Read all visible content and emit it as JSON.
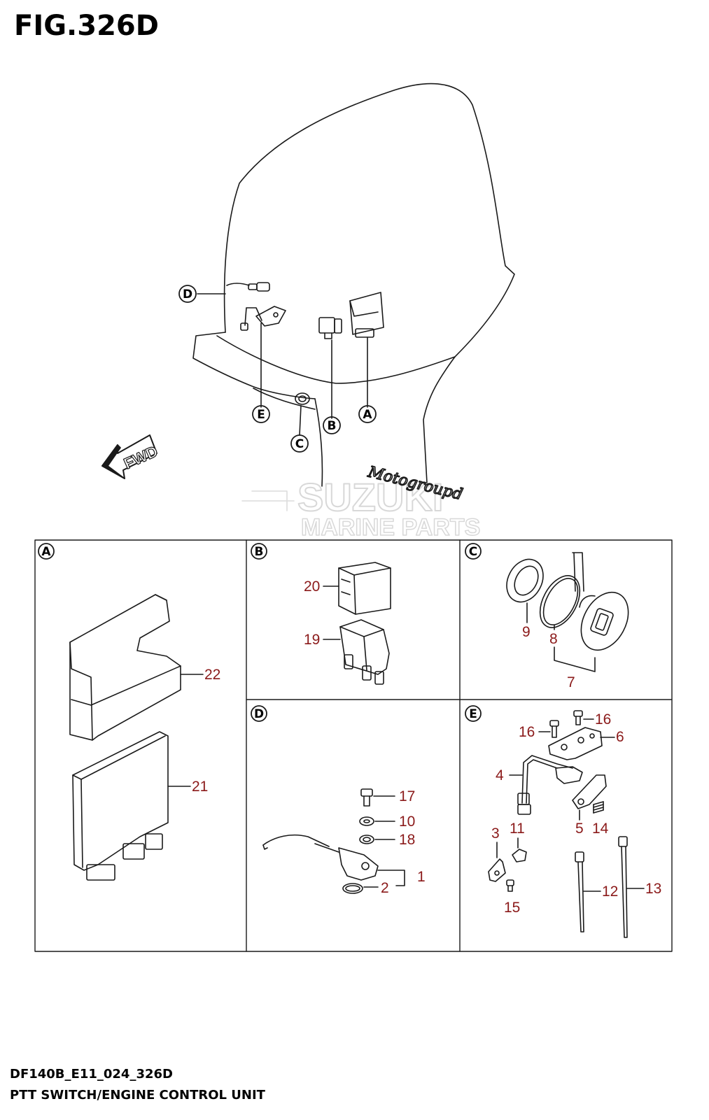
{
  "figure": {
    "title": "FIG.326D",
    "model_code": "DF140B_E11_024_326D",
    "name": "PTT SWITCH/ENGINE CONTROL UNIT"
  },
  "watermark": {
    "brand": "SUZUKI",
    "sub": "MARINE PARTS",
    "signature": "Motogroupd"
  },
  "overview": {
    "direction_label": "FWD",
    "callouts": [
      "A",
      "B",
      "C",
      "D",
      "E"
    ]
  },
  "panels": [
    {
      "id": "A",
      "parts": [
        "22",
        "21"
      ]
    },
    {
      "id": "B",
      "parts": [
        "20",
        "19"
      ]
    },
    {
      "id": "C",
      "parts": [
        "9",
        "8",
        "7"
      ]
    },
    {
      "id": "D",
      "parts": [
        "17",
        "10",
        "18",
        "1",
        "2"
      ]
    },
    {
      "id": "E",
      "parts": [
        "16",
        "16",
        "6",
        "4",
        "5",
        "14",
        "3",
        "11",
        "15",
        "12",
        "13"
      ]
    }
  ],
  "colors": {
    "line": "#1a1a1a",
    "part_number": "#8b1a1a",
    "watermark": "#d8d8d8"
  }
}
